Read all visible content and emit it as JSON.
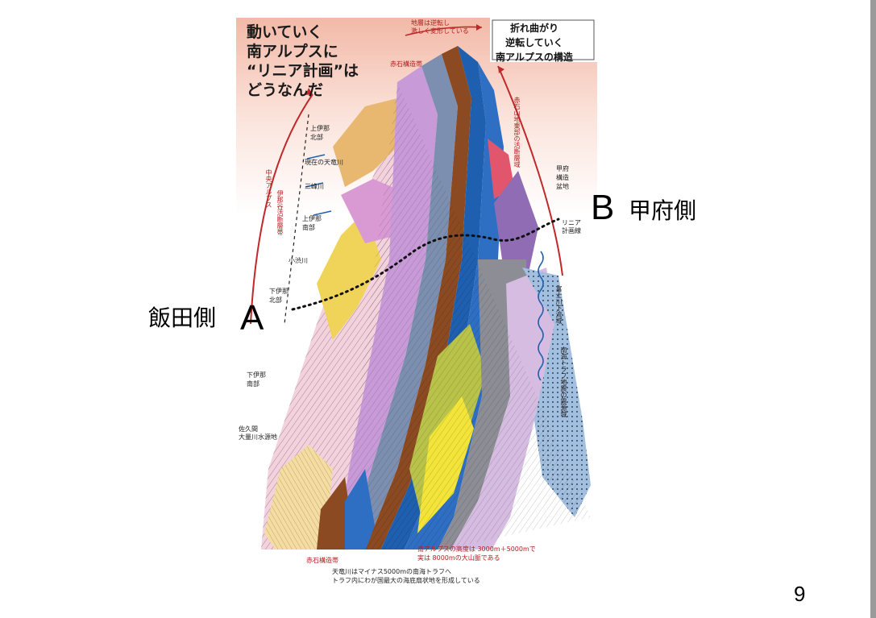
{
  "figure": {
    "title_lines": [
      "動いていく",
      "南アルプスに",
      "“リニア計画”は",
      "どうなんだ"
    ],
    "structure_title_lines": [
      "折れ曲がり",
      "逆転していく",
      "南アルプスの構造"
    ],
    "top_red_note": [
      "地層は逆転し",
      "激しく変形している"
    ],
    "labels": {
      "akaishi_zone_top": "赤石構造帯",
      "akaishi_fault": "赤石山地東部の活断層域",
      "kofu_basin": [
        "甲府",
        "構造",
        "盆地"
      ],
      "linear_route": [
        "リニア",
        "計画線"
      ],
      "kamiina_north": [
        "上伊那",
        "北部"
      ],
      "tenryu_river": "現在の天竜川",
      "mibu_river": "三峰川",
      "kamiina_south": [
        "上伊那",
        "南部"
      ],
      "koshibu_river": "小渋川",
      "shimoina_north": [
        "下伊那",
        "北部"
      ],
      "shimoina_south": [
        "下伊那",
        "南部"
      ],
      "chuo_alps": "中央アルプス",
      "ina_valley_fault": "伊那谷活断層帯",
      "fuji_river": "富士川下流域",
      "nankai_trough": "南海トラフ地震の震源域",
      "sakuma": [
        "佐久間",
        "大量川水源地"
      ],
      "akaishi_zone_bottom": "赤石構造帯"
    },
    "bottom_red_caption": [
      "南アルプスの高度は 3000m＋5000mで",
      "実は 8000mの大山脈である"
    ],
    "bottom_caption": [
      "天竜川はマイナス5000mの南海トラフへ",
      "トラフ内にわが国最大の海底扇状地を形成している"
    ]
  },
  "slide": {
    "side_a_label": "飯田側",
    "side_a_letter": "A",
    "side_b_letter": "B",
    "side_b_label": "甲府側",
    "page_number": "9"
  },
  "colors": {
    "background": "#ffffff",
    "rule": "#9a9a9a",
    "route_line": "#111111",
    "blue": "#1f5fb0",
    "brown": "#8b4a22",
    "yellow": "#f3e43a",
    "pink": "#e8a9c9",
    "purple": "#8f6cb3",
    "gray": "#8d8d96",
    "red_arrow": "#c0282a"
  }
}
